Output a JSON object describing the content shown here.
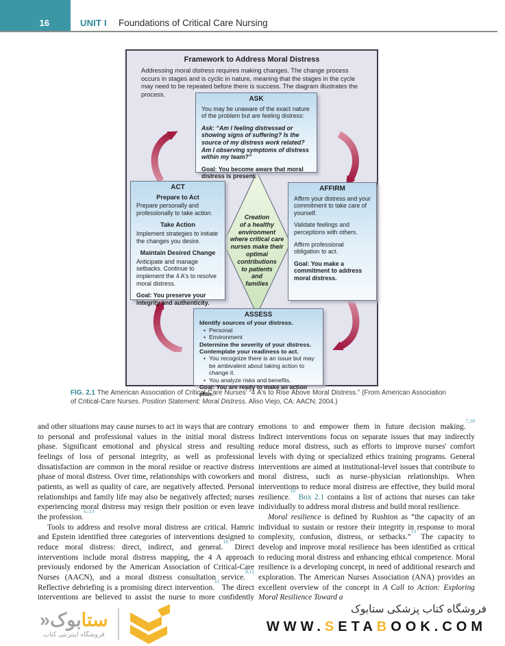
{
  "header": {
    "page_number": "16",
    "unit_label": "UNIT I",
    "unit_title": "Foundations of Critical Care Nursing"
  },
  "figure": {
    "title": "Framework to Address Moral Distress",
    "intro": "Addressing moral distress requires making changes. The change process occurs in stages and is cyclic in nature, meaning that the stages in the cycle may need to be repeated before there is success. The diagram illustrates the process.",
    "ask": {
      "title": "ASK",
      "intro": "You may be unaware of the exact nature of the problem but are feeling distress:",
      "question": "Ask: “Am I feeling distressed or showing signs of suffering? Is the source of my distress work related? Am I observing symptoms of distress within my team?”",
      "goal": "Goal: You become aware that moral distress is present."
    },
    "affirm": {
      "title": "AFFIRM",
      "items": [
        "Affirm your distress and your commitment to take care of yourself.",
        "Validate feelings and perceptions with others.",
        "Affirm professional obligation to act."
      ],
      "goal": "Goal: You make a commitment to address moral distress."
    },
    "act": {
      "title": "ACT",
      "sections": [
        {
          "heading": "Prepare to Act",
          "text": "Prepare personally and professionally to take action."
        },
        {
          "heading": "Take Action",
          "text": "Implement strategies to initiate the changes you desire."
        },
        {
          "heading": "Maintain Desired Change",
          "text": "Anticipate and manage setbacks. Continue to implement the 4 A's to resolve moral distress."
        }
      ],
      "goal": "Goal: You preserve your integrity and authenticity."
    },
    "assess": {
      "title": "ASSESS",
      "line1": "Identify sources of your distress.",
      "bullets1": [
        "Personal",
        "Environment"
      ],
      "line2": "Determine the severity of your distress.",
      "line3": "Contemplate your readiness to act.",
      "bullets2": [
        "You recognize there is an issue but may be ambivalent about taking action to change it.",
        "You analyze risks and benefits."
      ],
      "goal": "Goal: You are ready to make an action plan."
    },
    "diamond": {
      "lines": [
        "Creation",
        "of a healthy",
        "environment",
        "where critical care",
        "nurses make their",
        "optimal",
        "contributions",
        "to patients",
        "and",
        "families"
      ]
    },
    "caption": {
      "label": "FIG. 2.1",
      "t1": " The American Association of Critical-Care Nurses' “4 A's to Rise Above Moral Distress.” (From American Association of Critical-Care Nurses. ",
      "italic": "Position Statement: Moral Distress.",
      "t2": " Aliso Viejo, CA: AACN; 2004.)"
    }
  },
  "body": {
    "left": {
      "p1": {
        "text": "and other situations may cause nurses to act in ways that are contrary to personal and professional values in the initial moral distress phase. Significant emotional and physical stress and resulting feelings of loss of personal integrity, as well as professional dissatisfaction are common in the moral residue or reactive distress phase of moral distress. Over time, relationships with coworkers and patients, as well as quality of care, are negatively affected. Personal relationships and family life may also be negatively affected; nurses experiencing moral distress may resign their position or even leave the profession.",
        "ref": "6–13"
      },
      "p2": {
        "t1": "Tools to address and resolve moral distress are critical. Hamric and Epstein identified three categories of interventions designed to reduce moral distress: direct, indirect, and general.",
        "r1": "10",
        "t2": " Direct interventions include moral distress mapping, the 4 A approach previously endorsed by the American Association of Critical-Care Nurses (AACN), and a moral distress consultation service.",
        "r2": "9,11",
        "t3": " Reflective debriefing is a promising direct intervention.",
        "r3": "11",
        "t4": " The direct interventions are believed to assist the nurse to more confidently analyze the ethical issues involved, identify"
      }
    },
    "right": {
      "p1": {
        "t1": "emotions to and empower them in future decision making.",
        "r1": "7,10",
        "t2": " Indirect interventions focus on separate issues that may indirectly reduce moral distress, such as efforts to improve nurses' comfort levels with dying or specialized ethics training programs. General interventions are aimed at institutional-level issues that contribute to moral distress, such as nurse–physician relationships. When interventions to reduce moral distress are effective, they build moral resilience.",
        "r2": "10",
        "link": "Box 2.1",
        "t3": " contains a list of actions that nurses can take individually to address moral distress and build moral resilience."
      },
      "p2": {
        "i1": "Moral resilience",
        "t1": " is defined by Rushton as “the capacity of an individual to sustain or restore their integrity in response to moral complexity, confusion, distress, or setbacks.”",
        "r1": "13",
        "t2": " The capacity to develop and improve moral resilience has been identified as critical to reducing moral distress and enhancing ethical competence. Moral resilience is a developing concept, in need of additional research and exploration. The American Nurses Association (ANA) provides an excellent overview of the concept in ",
        "i2": "A Call to Action: Exploring Moral Resilience Toward a"
      }
    }
  },
  "footer": {
    "logo": {
      "main_yellow": "ستا",
      "main_gray": "بوک",
      "mark": "«",
      "subtitle": "فروشگاه اینترنتی کتاب"
    },
    "persian_line": "فروشگاه کتاب پزشکی ستابوک",
    "url": {
      "w": "WWW.",
      "s": "S",
      "eta": "ETA",
      "b": "B",
      "rest": "OOK.COM"
    }
  },
  "colors": {
    "teal": "#3b97a5",
    "arrow_crimson": "#a31b42",
    "brand_yellow": "#f3b72e"
  }
}
